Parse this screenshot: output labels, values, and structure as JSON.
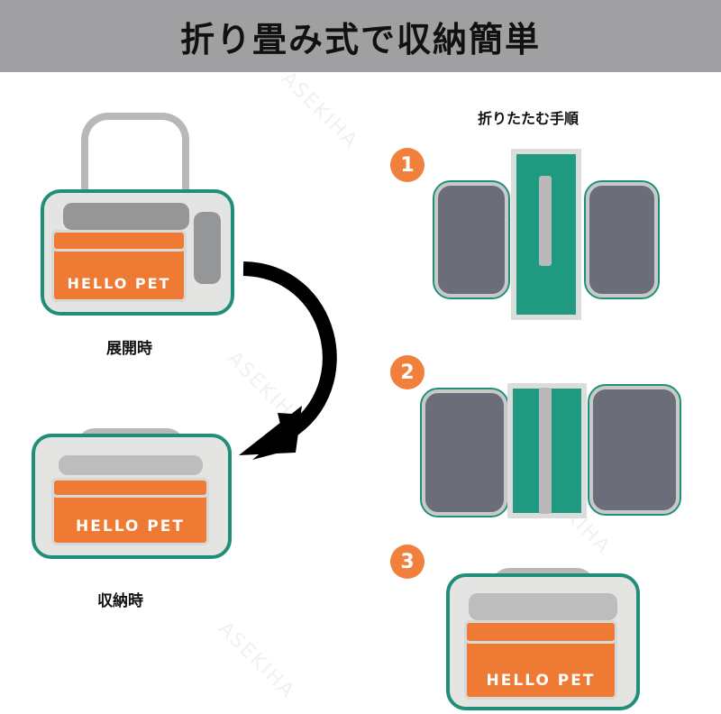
{
  "header": {
    "title": "折り畳み式で収納簡単"
  },
  "left": {
    "expanded_label": "展開時",
    "stored_label": "収納時"
  },
  "right": {
    "subtitle": "折りたたむ手順",
    "steps": [
      "1",
      "2",
      "3"
    ]
  },
  "product": {
    "pocket_text": "HELLO PET"
  },
  "watermark": "ASEKIHA",
  "colors": {
    "header_bg": "#a0a0a2",
    "step_circle": "#f0803c",
    "pocket": "#ee7a33",
    "trim": "#1f8f78"
  }
}
